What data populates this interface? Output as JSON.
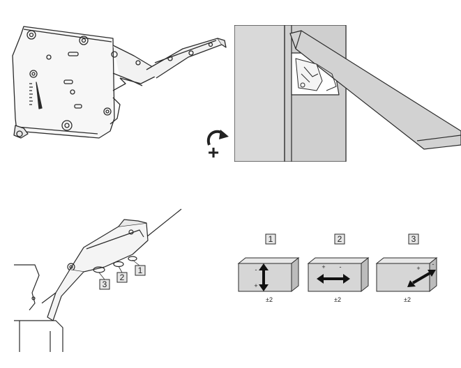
{
  "top_left": {
    "adjust_symbol": "+"
  },
  "bottom_left": {
    "callouts": [
      "1",
      "2",
      "3"
    ]
  },
  "adjustments": [
    {
      "number": "1",
      "sign_a": "-",
      "sign_b": "+",
      "tolerance": "±2"
    },
    {
      "number": "2",
      "sign_a": "+",
      "sign_b": "-",
      "tolerance": "±2"
    },
    {
      "number": "3",
      "sign_a": "+",
      "sign_b": "-",
      "tolerance": "±2"
    }
  ],
  "colors": {
    "line": "#2a2a2a",
    "cabinet_gray": "#d9d9d9",
    "cabinet_dark": "#c7c7c7",
    "box_face": "#d6d6d6",
    "box_top": "#e8e8e8",
    "box_side": "#bcbcbc"
  }
}
